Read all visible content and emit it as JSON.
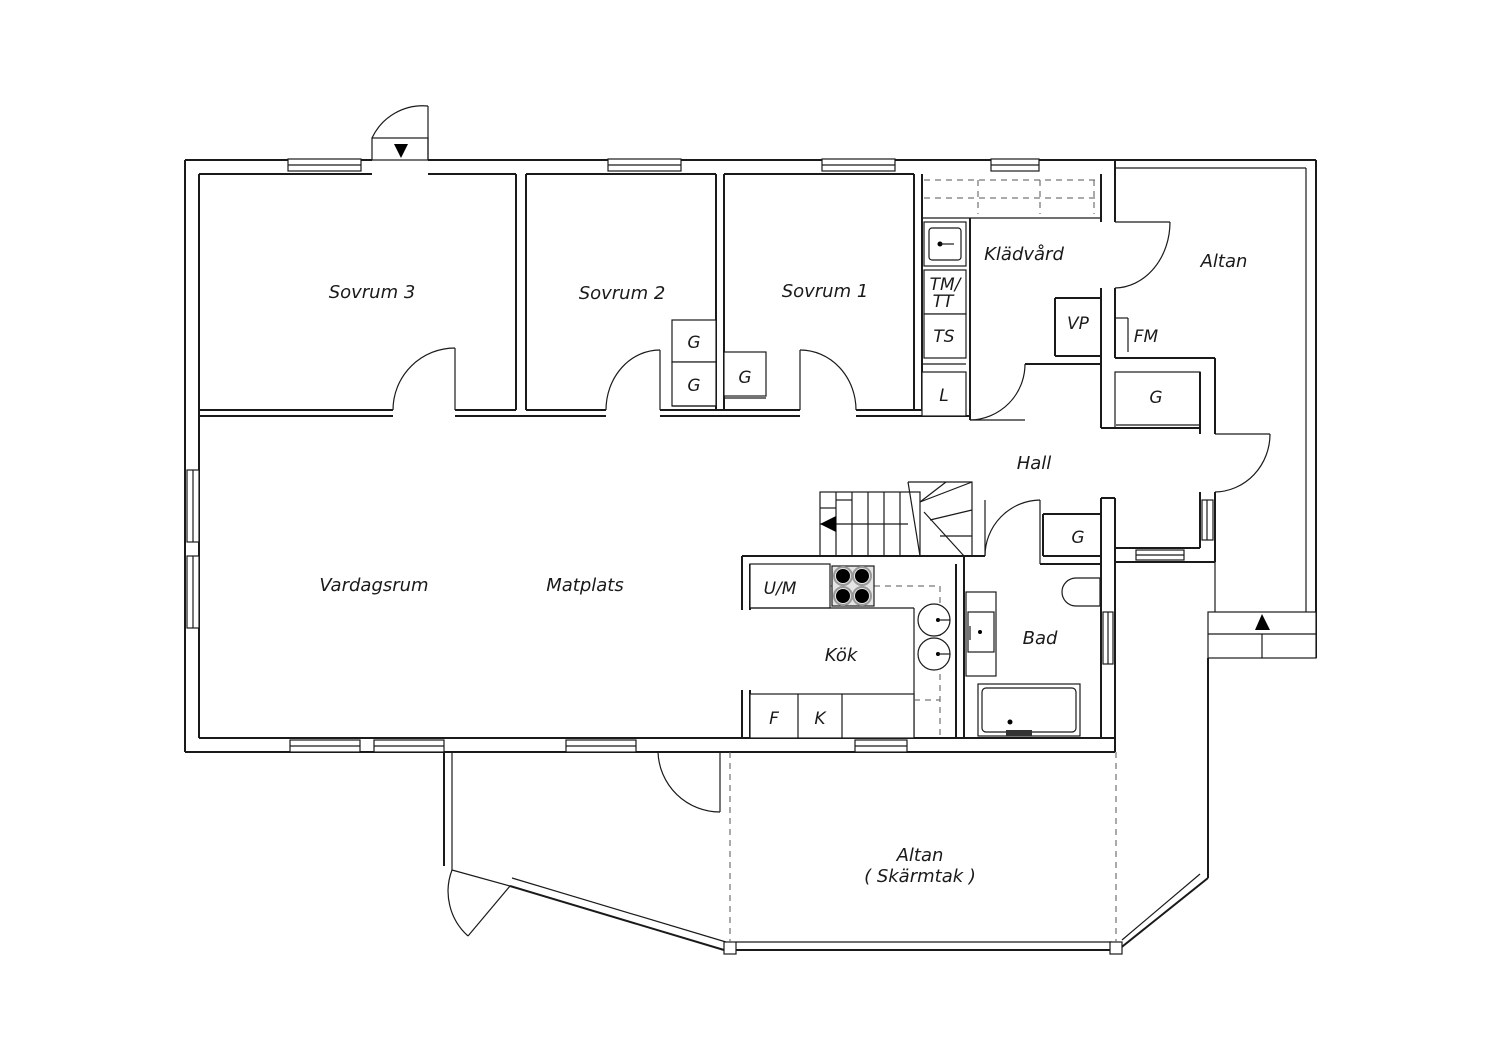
{
  "rooms": {
    "sovrum3": "Sovrum 3",
    "sovrum2": "Sovrum 2",
    "sovrum1": "Sovrum 1",
    "kladvard": "Klädvård",
    "altan_east": "Altan",
    "hall": "Hall",
    "vardagsrum": "Vardagsrum",
    "matplats": "Matplats",
    "kok": "Kök",
    "bad": "Bad",
    "altan_south": "Altan",
    "altan_south_sub": "( Skärmtak )"
  },
  "fixtures": {
    "g_sov2_a": "G",
    "g_sov2_b": "G",
    "g_sov1": "G",
    "tm_tt_1": "TM/",
    "tm_tt_2": "TT",
    "ts": "TS",
    "l": "L",
    "vp": "VP",
    "fm": "FM",
    "g_hall_closet": "G",
    "g_hall": "G",
    "um": "U/M",
    "f": "F",
    "k": "K"
  }
}
